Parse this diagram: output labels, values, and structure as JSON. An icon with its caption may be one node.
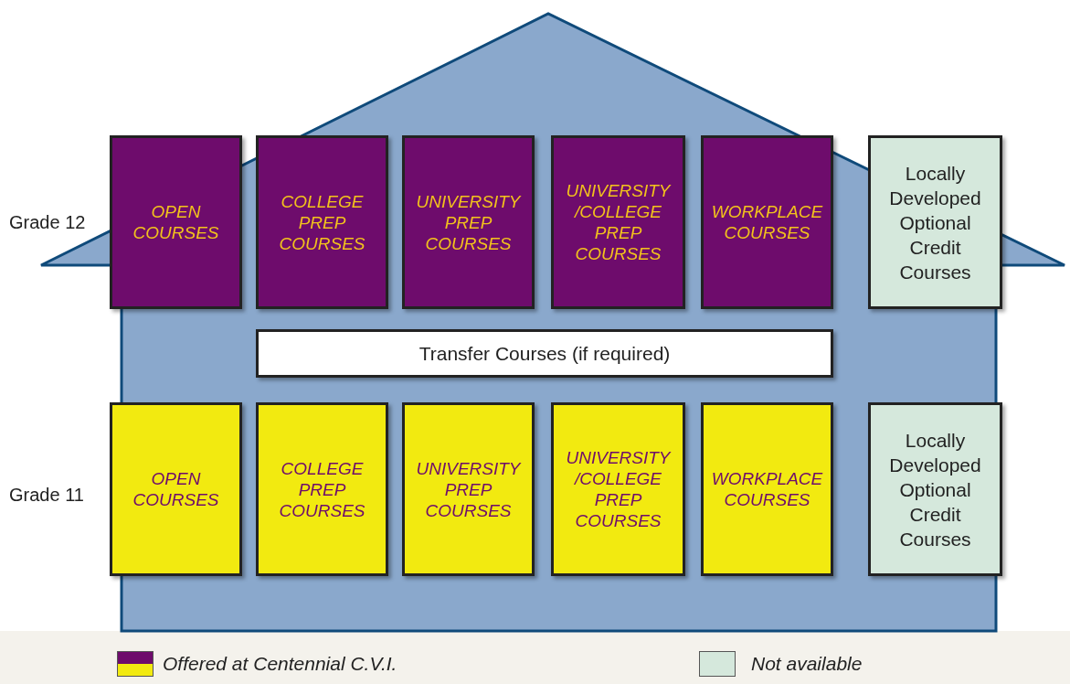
{
  "diagram": {
    "nodes": [
      {
        "text": [
          "OPEN COURSES"
        ]
      },
      {
        "text": [
          "COLLEGE PREP COURSES"
        ]
      },
      {
        "text": [
          "UNIVERSITY PREP COURSES"
        ]
      },
      {
        "text": [
          "UNIVERSITY /COLLEGE PREP COURSES"
        ]
      },
      {
        "text": [
          "WORKPLACE COURSES"
        ]
      },
      {
        "text": [
          "Locally Developed Optional Credit Courses"
        ]
      },
      {
        "text": [
          "Transfer Courses (if required)"
        ]
      },
      {
        "text": [
          "OPEN COURSES"
        ]
      },
      {
        "text": [
          "COLLEGE PREP COURSES"
        ]
      },
      {
        "text": [
          "UNIVERSITY PREP COURSES"
        ]
      },
      {
        "text": [
          "UNIVERSITY /COLLEGE PREP COURSES"
        ]
      },
      {
        "text": [
          "WORKPLACE COURSES"
        ]
      },
      {
        "text": [
          "Locally Developed Optional Credit Courses"
        ]
      }
    ],
    "edges": [],
    "labels": [
      "Grade 12",
      "Grade 11"
    ],
    "legend": [
      {
        "text": "Offered at Centennial C.V.I."
      },
      {
        "text": "Not available",
        "color": "#d5e8dc"
      }
    ]
  }
}
